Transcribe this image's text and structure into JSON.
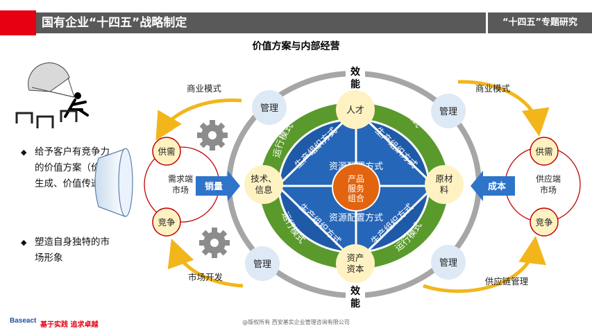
{
  "header": {
    "title": "国有企业“十四五”战略制定",
    "right_label": "“十四五”专题研究"
  },
  "diagram_title": "价值方案与内部经营",
  "bullets": [
    "给予客户有竞争力的价值方案（价值生成、价值传递）",
    "塑造自身独特的市场形象"
  ],
  "left_market": {
    "arrow_top": "商业模式",
    "arrow_bottom": "市场开发",
    "node_top": "供需",
    "node_bottom": "竞争",
    "center": "需求端市场",
    "link": "销量"
  },
  "right_market": {
    "arrow_top": "商业模式",
    "arrow_bottom": "供应链管理",
    "node_top": "供需",
    "node_bottom": "竞争",
    "center": "供应端市场",
    "link": "成本"
  },
  "outer_ring": {
    "top_label": "效能",
    "bottom_label": "效能",
    "management": [
      "管理",
      "管理",
      "管理",
      "管理"
    ]
  },
  "green_ring": {
    "operation_modes": [
      "运行模式",
      "运行模式",
      "运行模式",
      "运行模式"
    ],
    "production_org": [
      "生产组织方式",
      "生产组织方式",
      "生产组织方式",
      "生产组织方式"
    ],
    "resource_config": [
      "资源配置方式",
      "资源配置方式"
    ]
  },
  "nodes": {
    "top": "人才",
    "left": "技术、信息",
    "right": "原材料",
    "bottom": "资产资本",
    "center": "产品服务组合"
  },
  "footer": {
    "brand": "Baseact",
    "slogan": "基于实践 追求卓越",
    "copyright": "@版权所有 西安基实企业管理咨询有限公司"
  },
  "colors": {
    "header_gray": "#595959",
    "accent_red": "#e60012",
    "green_ring": "#5a9a2d",
    "node_yellow": "#fff2c2",
    "center_orange": "#e2640f",
    "blue": "#2e74c8",
    "light_blue": "#dde9f5",
    "market_red": "#c00000",
    "arrow_gold": "#f2b61b"
  }
}
